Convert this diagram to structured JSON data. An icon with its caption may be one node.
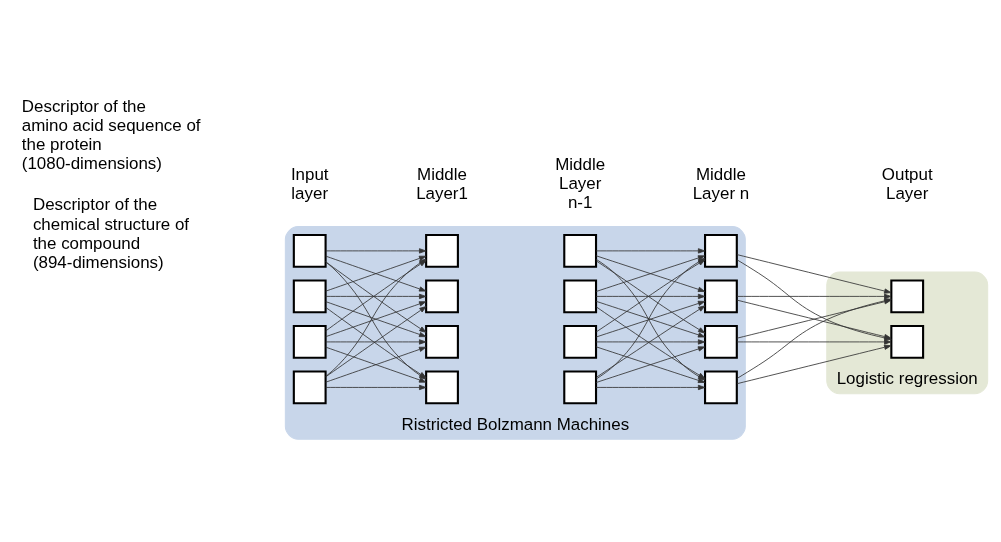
{
  "diagram": {
    "nodes": [
      {
        "text": [
          "Ristricted Bolzmann Machines"
        ]
      },
      {
        "text": [
          "Logistic regression"
        ]
      },
      {
        "text": [],
        "shape": "box",
        "in": 0
      },
      {
        "text": [],
        "shape": "box",
        "in": 0
      },
      {
        "text": [],
        "shape": "box",
        "in": 0
      },
      {
        "text": [],
        "shape": "box",
        "in": 0
      },
      {
        "text": [],
        "shape": "box",
        "in": 0
      },
      {
        "text": [],
        "shape": "box",
        "in": 0
      },
      {
        "text": [],
        "shape": "box",
        "in": 0
      },
      {
        "text": [],
        "shape": "box",
        "in": 0
      },
      {
        "text": [],
        "shape": "box",
        "in": 0
      },
      {
        "text": [],
        "shape": "box",
        "in": 0
      },
      {
        "text": [],
        "shape": "box",
        "in": 0
      },
      {
        "text": [],
        "shape": "box",
        "in": 0
      },
      {
        "text": [],
        "shape": "box",
        "in": 0
      },
      {
        "text": [],
        "shape": "box",
        "in": 0
      },
      {
        "text": [],
        "shape": "box",
        "in": 0
      },
      {
        "text": [],
        "shape": "box",
        "in": 0
      },
      {
        "text": [],
        "shape": "box",
        "in": 1
      },
      {
        "text": [],
        "shape": "box",
        "in": 1
      }
    ],
    "edges": [
      {
        "from": 2,
        "to": 6,
        "arrow": "to"
      },
      {
        "from": 2,
        "to": 7,
        "arrow": "to"
      },
      {
        "from": 2,
        "to": 8,
        "arrow": "to"
      },
      {
        "from": 2,
        "to": 9,
        "arrow": "to"
      },
      {
        "from": 3,
        "to": 6,
        "arrow": "to"
      },
      {
        "from": 3,
        "to": 7,
        "arrow": "to"
      },
      {
        "from": 3,
        "to": 8,
        "arrow": "to"
      },
      {
        "from": 3,
        "to": 9,
        "arrow": "to"
      },
      {
        "from": 4,
        "to": 6,
        "arrow": "to"
      },
      {
        "from": 4,
        "to": 7,
        "arrow": "to"
      },
      {
        "from": 4,
        "to": 8,
        "arrow": "to"
      },
      {
        "from": 4,
        "to": 9,
        "arrow": "to"
      },
      {
        "from": 5,
        "to": 6,
        "arrow": "to"
      },
      {
        "from": 5,
        "to": 7,
        "arrow": "to"
      },
      {
        "from": 5,
        "to": 8,
        "arrow": "to"
      },
      {
        "from": 5,
        "to": 9,
        "arrow": "to"
      },
      {
        "from": 10,
        "to": 14,
        "arrow": "to"
      },
      {
        "from": 10,
        "to": 15,
        "arrow": "to"
      },
      {
        "from": 10,
        "to": 16,
        "arrow": "to"
      },
      {
        "from": 10,
        "to": 17,
        "arrow": "to"
      },
      {
        "from": 11,
        "to": 14,
        "arrow": "to"
      },
      {
        "from": 11,
        "to": 15,
        "arrow": "to"
      },
      {
        "from": 11,
        "to": 16,
        "arrow": "to"
      },
      {
        "from": 11,
        "to": 17,
        "arrow": "to"
      },
      {
        "from": 12,
        "to": 14,
        "arrow": "to"
      },
      {
        "from": 12,
        "to": 15,
        "arrow": "to"
      },
      {
        "from": 12,
        "to": 16,
        "arrow": "to"
      },
      {
        "from": 12,
        "to": 17,
        "arrow": "to"
      },
      {
        "from": 13,
        "to": 14,
        "arrow": "to"
      },
      {
        "from": 13,
        "to": 15,
        "arrow": "to"
      },
      {
        "from": 13,
        "to": 16,
        "arrow": "to"
      },
      {
        "from": 13,
        "to": 17,
        "arrow": "to"
      },
      {
        "from": 14,
        "to": 18,
        "arrow": "to"
      },
      {
        "from": 14,
        "to": 19,
        "arrow": "to"
      },
      {
        "from": 15,
        "to": 18,
        "arrow": "to"
      },
      {
        "from": 15,
        "to": 19,
        "arrow": "to"
      },
      {
        "from": 16,
        "to": 18,
        "arrow": "to"
      },
      {
        "from": 16,
        "to": 19,
        "arrow": "to"
      },
      {
        "from": 17,
        "to": 18,
        "arrow": "to"
      },
      {
        "from": 17,
        "to": 19,
        "arrow": "to"
      }
    ],
    "labels": [
      "Input layer",
      "Middle Layer1",
      "Middle Layer n-1",
      "Middle Layer n",
      "Output Layer",
      "Descriptor of the amino acid sequence of the protein (1080-dimensions)",
      "Descriptor of the chemical structure of the compound (894-dimensions)"
    ]
  }
}
